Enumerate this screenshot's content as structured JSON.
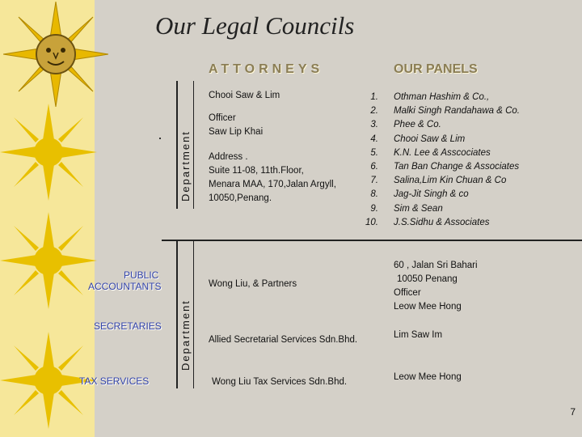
{
  "title": "Our Legal Councils",
  "headings": {
    "attorneys": "ATTORNEYS",
    "panels": "OUR PANELS"
  },
  "department_label": "Department",
  "attorneys": {
    "firm": "Chooi Saw & Lim",
    "officer_label": "Officer",
    "officer_name": "Saw Lip Khai",
    "address_label": "Address .",
    "address_line1": "Suite 11-08, 11th.Floor,",
    "address_line2": "Menara MAA, 170,Jalan Argyll,",
    "address_line3": "10050,Penang."
  },
  "panels": [
    {
      "num": "1.",
      "name": "Othman Hashim & Co.,"
    },
    {
      "num": "2.",
      "name": "Malki Singh Randahawa & Co."
    },
    {
      "num": "3.",
      "name": "Phee & Co."
    },
    {
      "num": "4.",
      "name": "Chooi Saw & Lim"
    },
    {
      "num": "5.",
      "name": "K.N. Lee & Asscociates"
    },
    {
      "num": "6.",
      "name": "Tan Ban Change & Associates"
    },
    {
      "num": "7.",
      "name": "Salina,Lim Kin Chuan & Co"
    },
    {
      "num": "8.",
      "name": "Jag-Jit Singh & co"
    },
    {
      "num": "9.",
      "name": "Sim & Sean"
    },
    {
      "num": "10.",
      "name": "J.S.Sidhu & Associates"
    }
  ],
  "side_labels": {
    "public_accountants_1": "PUBLIC",
    "public_accountants_2": "ACCOUNTANTS",
    "secretaries": "SECRETARIES",
    "tax_services": "TAX SERVICES"
  },
  "public_accountants": {
    "firm": "Wong Liu, & Partners",
    "addr1": "60 , Jalan Sri Bahari",
    "addr2": "10050 Penang",
    "officer_label": "Officer",
    "officer_name": "Leow Mee Hong"
  },
  "secretaries": {
    "firm": "Allied Secretarial Services Sdn.Bhd.",
    "contact": "Lim Saw Im"
  },
  "tax_services": {
    "firm": "Wong Liu Tax Services Sdn.Bhd.",
    "contact": "Leow Mee Hong"
  },
  "page_number": "7"
}
